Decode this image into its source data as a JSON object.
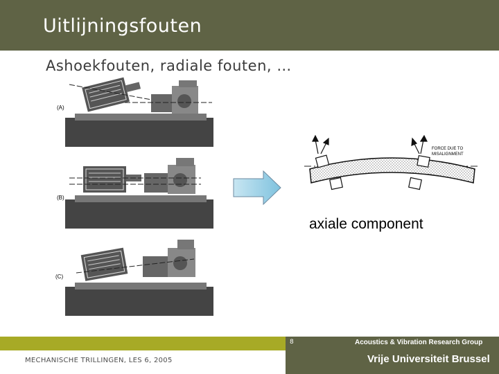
{
  "slide": {
    "title": "Uitlijningsfouten",
    "subtitle": "Ashoekfouten, radiale fouten, …"
  },
  "figure_left": {
    "labels": [
      "(A)",
      "(B)",
      "(C)"
    ]
  },
  "figure_right": {
    "annotation_line1": "FORCE DUE TO",
    "annotation_line2": "MISALIGNMENT",
    "caption": "axiale component"
  },
  "footer": {
    "page_number": "8",
    "group": "Acoustics & Vibration Research Group",
    "course": "MECHANISCHE TRILLINGEN, LES 6, 2005",
    "university": "Vrije Universiteit Brussel"
  },
  "colors": {
    "title_bar": "#5f6345",
    "accent": "#a7aa26",
    "arrow_fill": "#9bd0e6"
  }
}
